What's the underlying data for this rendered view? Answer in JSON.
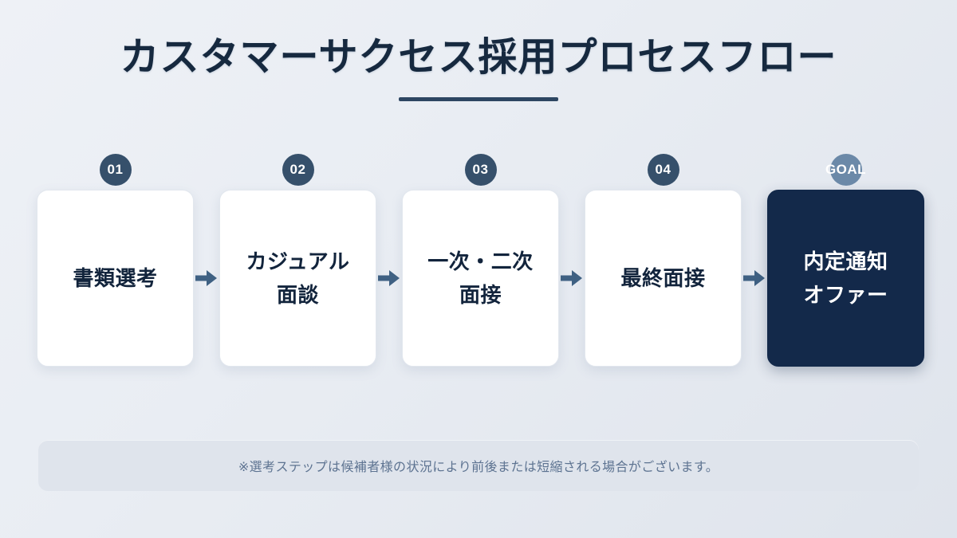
{
  "title": {
    "text": "カスタマーサクセス採用プロセスフロー",
    "accent_color": "#2d4662",
    "text_color": "#16293f"
  },
  "theme": {
    "background_from": "#eef1f6",
    "background_to": "#dfe4ec",
    "card_bg": "#ffffff",
    "goal_card_bg": "#13294a",
    "badge_bg": "#36506b",
    "goal_badge_bg": "#6b89a8",
    "arrow_color": "#3f6183",
    "note_panel_bg": "#dfe4ec",
    "note_text_color": "#5d7391"
  },
  "flow": {
    "steps": [
      {
        "badge": "01",
        "label": "書類選考",
        "is_goal": false
      },
      {
        "badge": "02",
        "label": "カジュアル\n面談",
        "is_goal": false
      },
      {
        "badge": "03",
        "label": "一次・二次\n面接",
        "is_goal": false
      },
      {
        "badge": "04",
        "label": "最終面接",
        "is_goal": false
      },
      {
        "badge": "GOAL",
        "label": "内定通知\nオファー",
        "is_goal": true
      }
    ]
  },
  "note": {
    "text": "※選考ステップは候補者様の状況により前後または短縮される場合がございます。"
  }
}
